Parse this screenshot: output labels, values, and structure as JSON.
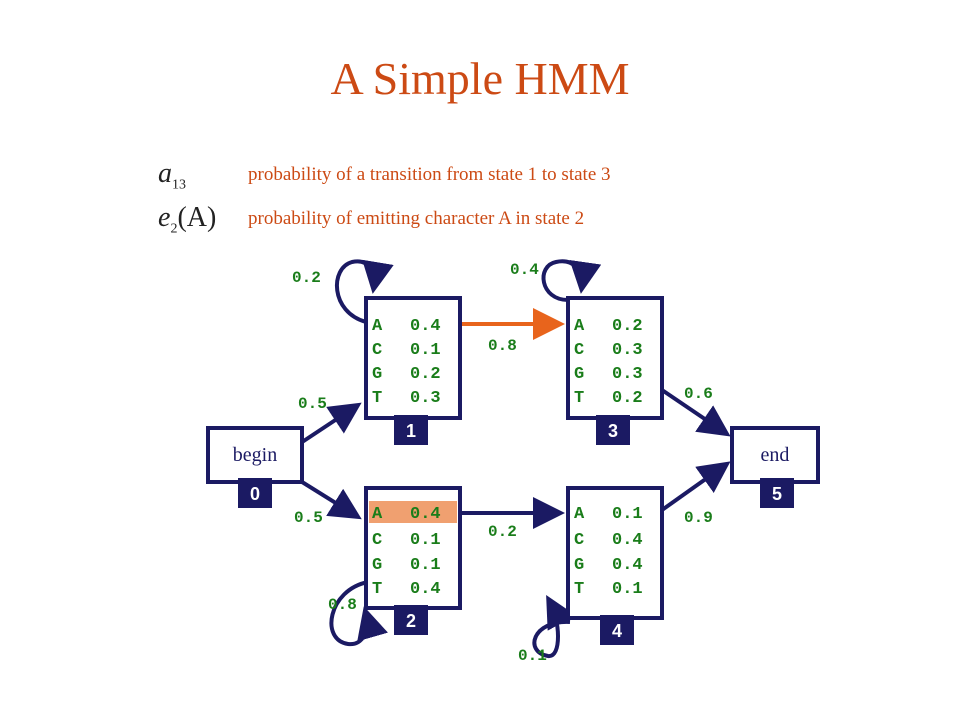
{
  "slide": {
    "title": "A Simple HMM"
  },
  "legend": [
    {
      "symbol": "a",
      "sub": "13",
      "symbol_extra": "",
      "text": "probability of a transition from state 1 to state 3"
    },
    {
      "symbol": "e",
      "sub": "2",
      "symbol_extra": "(A)",
      "text": "probability of emitting character A in state 2"
    }
  ],
  "states": [
    {
      "id": "0",
      "label": "begin"
    },
    {
      "id": "1",
      "emissions": [
        {
          "c": "A",
          "p": "0.4"
        },
        {
          "c": "C",
          "p": "0.1"
        },
        {
          "c": "G",
          "p": "0.2"
        },
        {
          "c": "T",
          "p": "0.3"
        }
      ]
    },
    {
      "id": "2",
      "emissions": [
        {
          "c": "A",
          "p": "0.4"
        },
        {
          "c": "C",
          "p": "0.1"
        },
        {
          "c": "G",
          "p": "0.1"
        },
        {
          "c": "T",
          "p": "0.4"
        }
      ]
    },
    {
      "id": "3",
      "emissions": [
        {
          "c": "A",
          "p": "0.2"
        },
        {
          "c": "C",
          "p": "0.3"
        },
        {
          "c": "G",
          "p": "0.3"
        },
        {
          "c": "T",
          "p": "0.2"
        }
      ]
    },
    {
      "id": "4",
      "emissions": [
        {
          "c": "A",
          "p": "0.1"
        },
        {
          "c": "C",
          "p": "0.4"
        },
        {
          "c": "G",
          "p": "0.4"
        },
        {
          "c": "T",
          "p": "0.1"
        }
      ]
    },
    {
      "id": "5",
      "label": "end"
    }
  ],
  "transitions": [
    {
      "from": "0",
      "to": "1",
      "p": "0.5"
    },
    {
      "from": "0",
      "to": "2",
      "p": "0.5"
    },
    {
      "from": "1",
      "to": "1",
      "p": "0.2"
    },
    {
      "from": "1",
      "to": "3",
      "p": "0.8",
      "highlighted": true
    },
    {
      "from": "2",
      "to": "2",
      "p": "0.8"
    },
    {
      "from": "2",
      "to": "4",
      "p": "0.2"
    },
    {
      "from": "3",
      "to": "3",
      "p": "0.4"
    },
    {
      "from": "3",
      "to": "5",
      "p": "0.6"
    },
    {
      "from": "4",
      "to": "4",
      "p": "0.1"
    },
    {
      "from": "4",
      "to": "5",
      "p": "0.9"
    }
  ],
  "highlight_emission": {
    "state": "2",
    "char": "A"
  },
  "colors": {
    "title": "#cc4a14",
    "legend_text": "#cc4a14",
    "box": "#1b1a63",
    "highlight_edge": "#e8641c",
    "highlight_cell": "#f0a070",
    "probability_text": "#1a7d1a"
  }
}
